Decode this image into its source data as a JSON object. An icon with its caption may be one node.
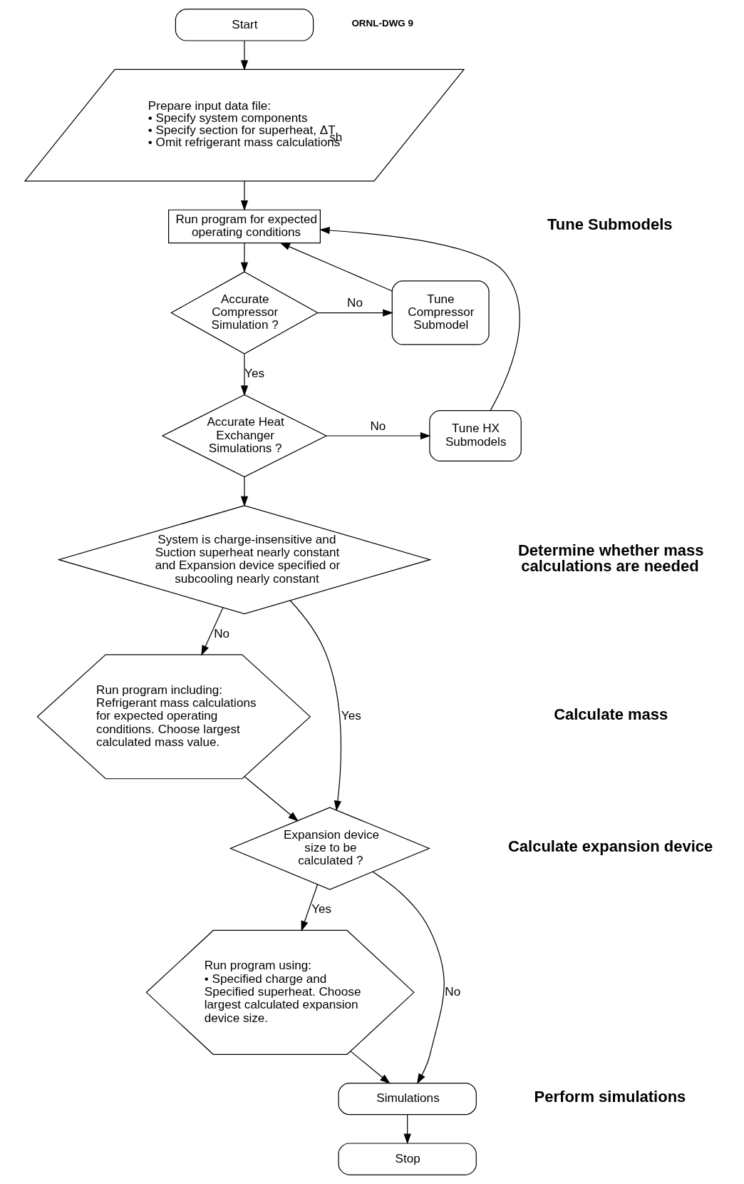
{
  "diagram": {
    "nodes": [
      {
        "text": [
          "Start"
        ]
      },
      {
        "text": [
          "Prepare input data file:",
          "• Specify system components",
          "• Specify section for superheat, ΔT$_{sh}$",
          "• Omit refrigerant mass calculations"
        ]
      },
      {
        "text": [
          "Run program for expected operating conditions"
        ]
      },
      {
        "text": [
          "Tune Compressor Submodel"
        ]
      },
      {
        "text": [
          "Accurate Compressor Simulation ?"
        ]
      },
      {
        "text": [
          "Tune HX Submodels"
        ]
      },
      {
        "text": [
          "Accurate Heat Exchanger Simulations ?"
        ]
      },
      {
        "text": [
          "System is charge-insensitive and Suction superheat nearly constant and Expansion device specified or subcooling nearly constant"
        ]
      },
      {
        "text": [
          "Run program including:",
          "Refrigerant mass calculations for expected operating conditions. Choose largest calculated mass value."
        ]
      },
      {
        "text": [
          "Expansion device size to be calculated ?"
        ]
      },
      {
        "text": [
          "Run program using:",
          "• Specified charge and Specified superheat. Choose largest calculated expansion device size."
        ]
      },
      {
        "text": [
          "Simulations"
        ]
      },
      {
        "text": [
          "Stop"
        ]
      }
    ],
    "edges": [
      {
        "from": 0,
        "to": 1,
        "arrow": "to"
      },
      {
        "from": 1,
        "to": 2,
        "arrow": "to"
      },
      {
        "from": 2,
        "to": 4,
        "arrow": "to"
      },
      {
        "from": 4,
        "to": 3,
        "label": "No",
        "arrow": "to"
      },
      {
        "from": 3,
        "to": 2,
        "arrow": "to"
      },
      {
        "from": 4,
        "to": 6,
        "label": "Yes",
        "arrow": "to"
      },
      {
        "from": 6,
        "to": 5,
        "label": "No",
        "arrow": "to"
      },
      {
        "from": 5,
        "to": 2,
        "arrow": "to"
      },
      {
        "from": 6,
        "to": 7,
        "arrow": "to"
      },
      {
        "from": 7,
        "to": 9,
        "label": "Yes",
        "arrow": "to"
      },
      {
        "from": 7,
        "to": 8,
        "label": "No",
        "arrow": "to"
      },
      {
        "from": 8,
        "to": 9,
        "arrow": "to"
      },
      {
        "from": 9,
        "to": 10,
        "label": "Yes",
        "arrow": "to"
      },
      {
        "from": 9,
        "to": 11,
        "label": "No",
        "arrow": "to"
      },
      {
        "from": 10,
        "to": 11,
        "arrow": "to"
      },
      {
        "from": 11,
        "to": 12,
        "arrow": "to"
      }
    ],
    "labels": [
      "ORNL-DWG 9",
      "Tune Submodels",
      "Determine whether mass calculations are needed",
      "Calculate mass",
      "Calculate expansion device",
      "Perform simulations"
    ]
  }
}
